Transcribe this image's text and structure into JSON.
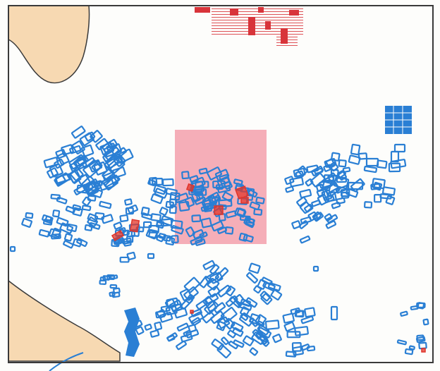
{
  "map": {
    "colors": {
      "paper": "#fdfdfb",
      "frame": "#3a3a3a",
      "land_beige": "#f7d9b2",
      "building_outline": "#2a7fd4",
      "building_fill_solid": "#2a7fd4",
      "highlight_pink": "#f29aa8",
      "marker_red": "#e0352b",
      "hatch_red": "#d8343a"
    },
    "layers": [
      "beige-land-areas",
      "highlight-zone",
      "building-footprints",
      "red-marked-buildings",
      "hatched-block-top"
    ]
  }
}
